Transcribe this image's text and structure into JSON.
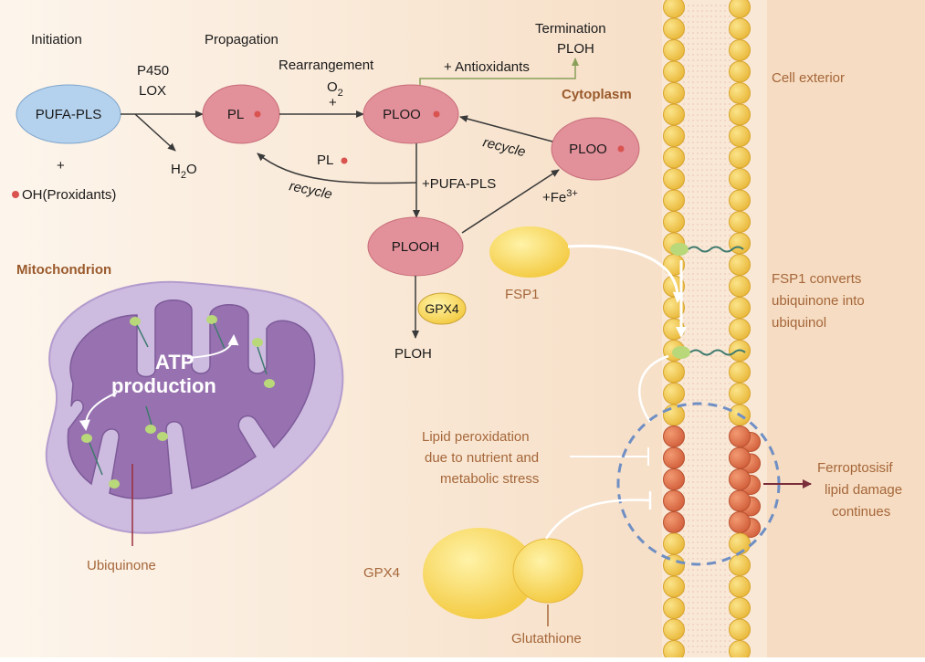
{
  "pathway": {
    "initiation": "Initiation",
    "propagation": "Propagation",
    "rearrangement": "Rearrangement",
    "termination_line1": "Termination",
    "termination_line2": "PLOH",
    "enzymes_line1": "P450",
    "enzymes_line2": "LOX",
    "o2": "O",
    "o2_sub": "2",
    "o2_plus": "+",
    "antioxidants": "+ Antioxidants",
    "h2o": "H",
    "h2o_sub": "2",
    "h2o_tail": "O",
    "plus": "+",
    "oh_proxidants": "OH(Proxidants)",
    "pl_radical_label": "PL",
    "recycle_bottom": "recycle",
    "recycle_right": "recycle",
    "plus_pufa_pls": "+PUFA-PLS",
    "fe3": "+Fe",
    "fe3_sup": "3+",
    "ploh_bottom": "PLOH"
  },
  "nodes": {
    "pufa_pls": "PUFA-PLS",
    "pl": "PL",
    "ploo": "PLOO",
    "ploo_right": "PLOO",
    "plooh": "PLOOH",
    "gpx4_small": "GPX4",
    "fsp1": "FSP1",
    "gpx4_big": "GPX4",
    "glutathione": "Glutathione"
  },
  "regions": {
    "cytoplasm": "Cytoplasm",
    "cell_exterior": "Cell exterior",
    "mitochondrion": "Mitochondrion",
    "atp_line1": "ATP",
    "atp_line2": "production",
    "ubiquinone": "Ubiquinone"
  },
  "annotations": {
    "fsp1_line1": "FSP1 converts",
    "fsp1_line2": "ubiquinone into",
    "fsp1_line3": "ubiquinol",
    "lipid_line1": "Lipid peroxidation",
    "lipid_line2": "due to nutrient and",
    "lipid_line3": "metabolic stress",
    "ferro_line1": "Ferroptosisif",
    "ferro_line2": "lipid damage",
    "ferro_line3": "continues"
  },
  "colors": {
    "pufa_fill": "#b4d2ee",
    "pl_fill": "#e2909a",
    "yellow": "#f6d25a",
    "membrane_head": "#f3cb55",
    "damaged_head": "#e2734e",
    "mito_outer": "#cdbbe0",
    "mito_inner": "#9872b0",
    "cell_bg": "#f7dcc3",
    "brown_text": "#a5673a"
  }
}
